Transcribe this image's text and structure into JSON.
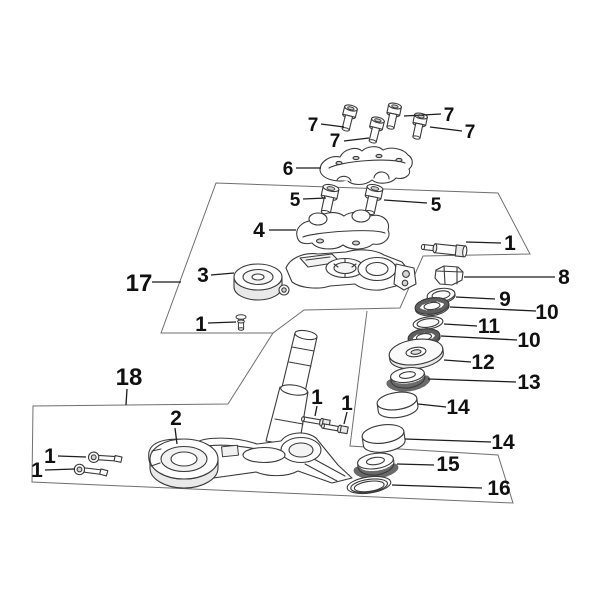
{
  "figure": {
    "type": "exploded-parts-diagram",
    "background": "#ffffff",
    "part_line_color": "#3a3a3a",
    "group_box_color": "#6f6f6f",
    "label_color": "#111111"
  },
  "labels": [
    {
      "text": "7"
    },
    {
      "text": "7"
    },
    {
      "text": "7"
    },
    {
      "text": "7"
    },
    {
      "text": "6"
    },
    {
      "text": "5"
    },
    {
      "text": "5"
    },
    {
      "text": "4"
    },
    {
      "text": "3"
    },
    {
      "text": "17"
    },
    {
      "text": "1"
    },
    {
      "text": "1"
    },
    {
      "text": "8"
    },
    {
      "text": "9"
    },
    {
      "text": "10"
    },
    {
      "text": "11"
    },
    {
      "text": "10"
    },
    {
      "text": "12"
    },
    {
      "text": "13"
    },
    {
      "text": "14"
    },
    {
      "text": "14"
    },
    {
      "text": "15"
    },
    {
      "text": "16"
    },
    {
      "text": "18"
    },
    {
      "text": "2"
    },
    {
      "text": "1"
    },
    {
      "text": "1"
    },
    {
      "text": "1"
    },
    {
      "text": "1"
    }
  ]
}
